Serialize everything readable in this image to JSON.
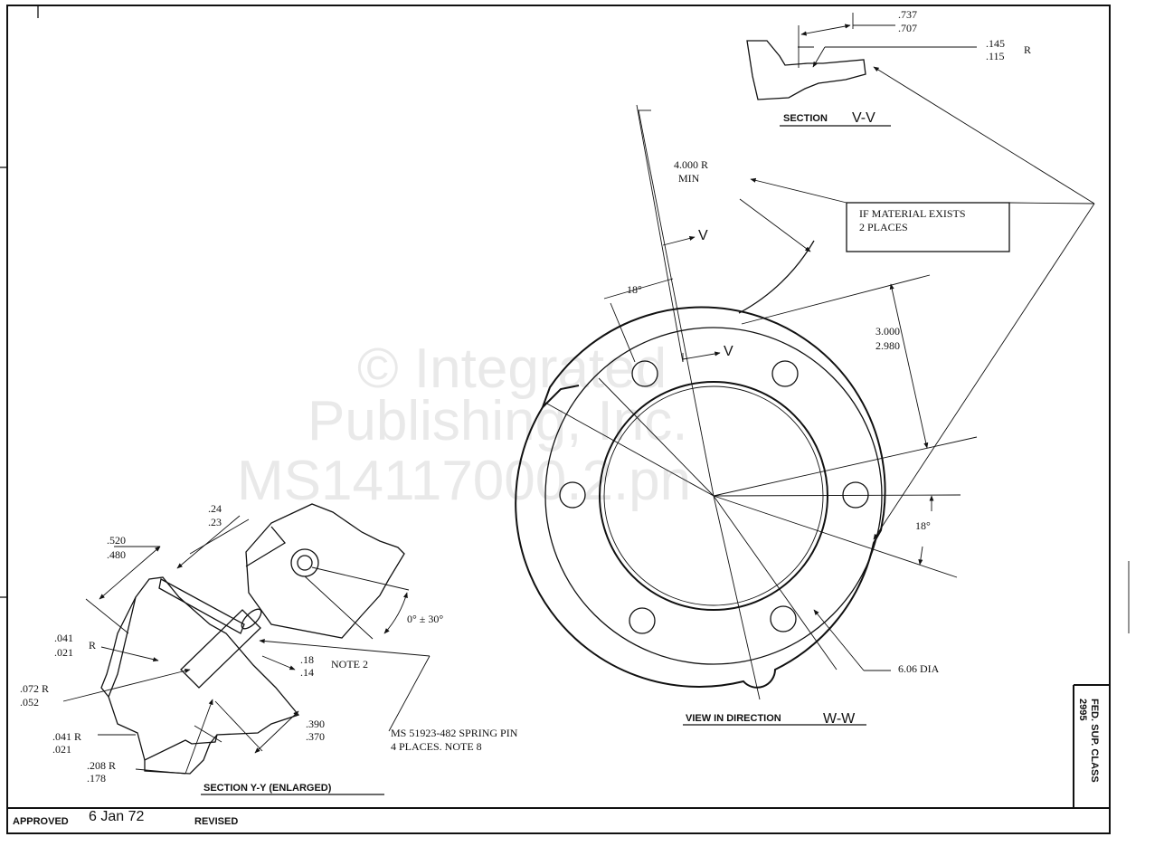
{
  "watermark": [
    "© Integrated",
    "Publishing, Inc.",
    "MS14117000.2.pn"
  ],
  "section_vv": {
    "dim_upper": ".737",
    "dim_lower": ".707",
    "radius_upper": ".145",
    "radius_lower": ".115",
    "radius_suffix": "R",
    "title_prefix": "SECTION",
    "title_letters": "V-V"
  },
  "view_ww": {
    "radius_min_value": "4.000 R",
    "radius_min_word": "MIN",
    "note_line1": "IF MATERIAL EXISTS",
    "note_line2": "2 PLACES",
    "cut_marker": "V",
    "angle_left": "18°",
    "angle_right": "18°",
    "dim_upper": "3.000",
    "dim_lower": "2.980",
    "dia_label": "6.06 DIA",
    "title_prefix": "VIEW IN DIRECTION",
    "title_letters": "W-W"
  },
  "section_yy": {
    "d1_upper": ".24",
    "d1_lower": ".23",
    "d2_upper": ".520",
    "d2_lower": ".480",
    "r1_upper": ".041",
    "r1_lower": ".021",
    "r1_suffix": "R",
    "r2_upper": ".072 R",
    "r2_lower": ".052",
    "r3_upper": ".041 R",
    "r3_lower": ".021",
    "r4_upper": ".208 R",
    "r4_lower": ".178",
    "d3_upper": ".18",
    "d3_lower": ".14",
    "d4_upper": ".390",
    "d4_lower": ".370",
    "angle": "0° ± 30°",
    "note2": "NOTE 2",
    "pin_line1": "MS 51923-482 SPRING PIN",
    "pin_line2": "4 PLACES.  NOTE 8",
    "title": "SECTION Y-Y (ENLARGED)"
  },
  "title_block": {
    "approved_label": "APPROVED",
    "approved_date": "6 Jan 72",
    "revised_label": "REVISED",
    "fsc_line1": "FED. SUP. CLASS",
    "fsc_line2": "2995"
  },
  "colors": {
    "ink": "#111111",
    "paper": "#ffffff",
    "watermark": "#e9e9e9"
  }
}
